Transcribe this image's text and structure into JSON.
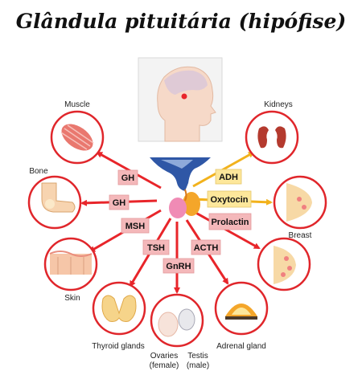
{
  "title": "Glândula pituitária (hipófise)",
  "colors": {
    "ring_red": "#e0262b",
    "arrow_red": "#e8252a",
    "arrow_yellow": "#f2b21c",
    "label_pink": "#f4b8ba",
    "label_yellow": "#fde79b",
    "gland_blue": "#2f57a6",
    "gland_orange": "#f4a62a",
    "gland_pink": "#f08bb5"
  },
  "hormones": {
    "gh_upper": "GH",
    "gh_lower": "GH",
    "msh": "MSH",
    "tsh": "TSH",
    "gnrh": "GnRH",
    "acth": "ACTH",
    "adh": "ADH",
    "oxytocin": "Oxytocin",
    "prolactin": "Prolactin"
  },
  "organs": {
    "muscle": "Muscle",
    "bone": "Bone",
    "skin": "Skin",
    "thyroid": "Thyroid glands",
    "ovaries": "Ovaries",
    "ovaries_sub": "(female)",
    "testis": "Testis",
    "testis_sub": "(male)",
    "adrenal": "Adrenal gland",
    "breast": "Breast",
    "kidneys": "Kidneys"
  }
}
